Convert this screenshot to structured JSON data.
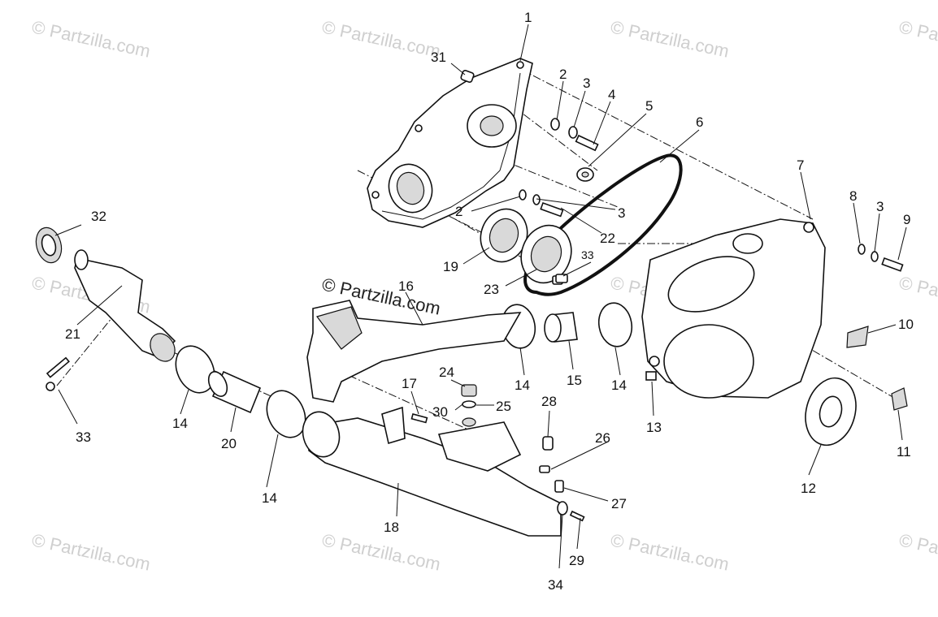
{
  "watermark": {
    "text": "© Partzilla.com"
  },
  "main_watermark": {
    "text": "© Partzilla.com"
  },
  "callouts": {
    "c1": "1",
    "c2a": "2",
    "c2b": "2",
    "c3a": "3",
    "c3b": "3",
    "c3c": "3",
    "c4": "4",
    "c5": "5",
    "c6": "6",
    "c7": "7",
    "c8": "8",
    "c9": "9",
    "c10": "10",
    "c11": "11",
    "c12": "12",
    "c13": "13",
    "c14a": "14",
    "c14b": "14",
    "c14c": "14",
    "c14d": "14",
    "c15": "15",
    "c16": "16",
    "c17": "17",
    "c18": "18",
    "c19": "19",
    "c20": "20",
    "c21": "21",
    "c22": "22",
    "c23": "23",
    "c24": "24",
    "c25": "25",
    "c26": "26",
    "c27": "27",
    "c28": "28",
    "c29": "29",
    "c30": "30",
    "c31": "31",
    "c32": "32",
    "c33a": "33",
    "c33b": "33",
    "c34": "34"
  }
}
